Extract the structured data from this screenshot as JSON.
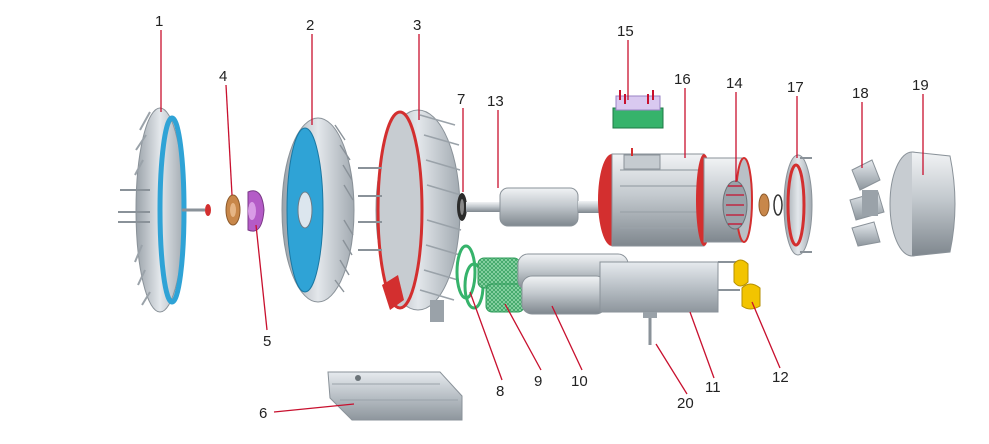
{
  "diagram": {
    "labels": [
      "1",
      "2",
      "3",
      "4",
      "5",
      "6",
      "7",
      "8",
      "9",
      "10",
      "11",
      "12",
      "13",
      "14",
      "15",
      "16",
      "17",
      "18",
      "19",
      "20"
    ]
  },
  "colors": {
    "leader": "#c8102e",
    "metal": "#b9c0c6",
    "impeller_blue": "#2fa3d6",
    "seal_red": "#d32f2f",
    "filter_green": "#36b36b",
    "bronze": "#c8874a",
    "purple": "#b45bc7",
    "yellow": "#f2c400"
  }
}
